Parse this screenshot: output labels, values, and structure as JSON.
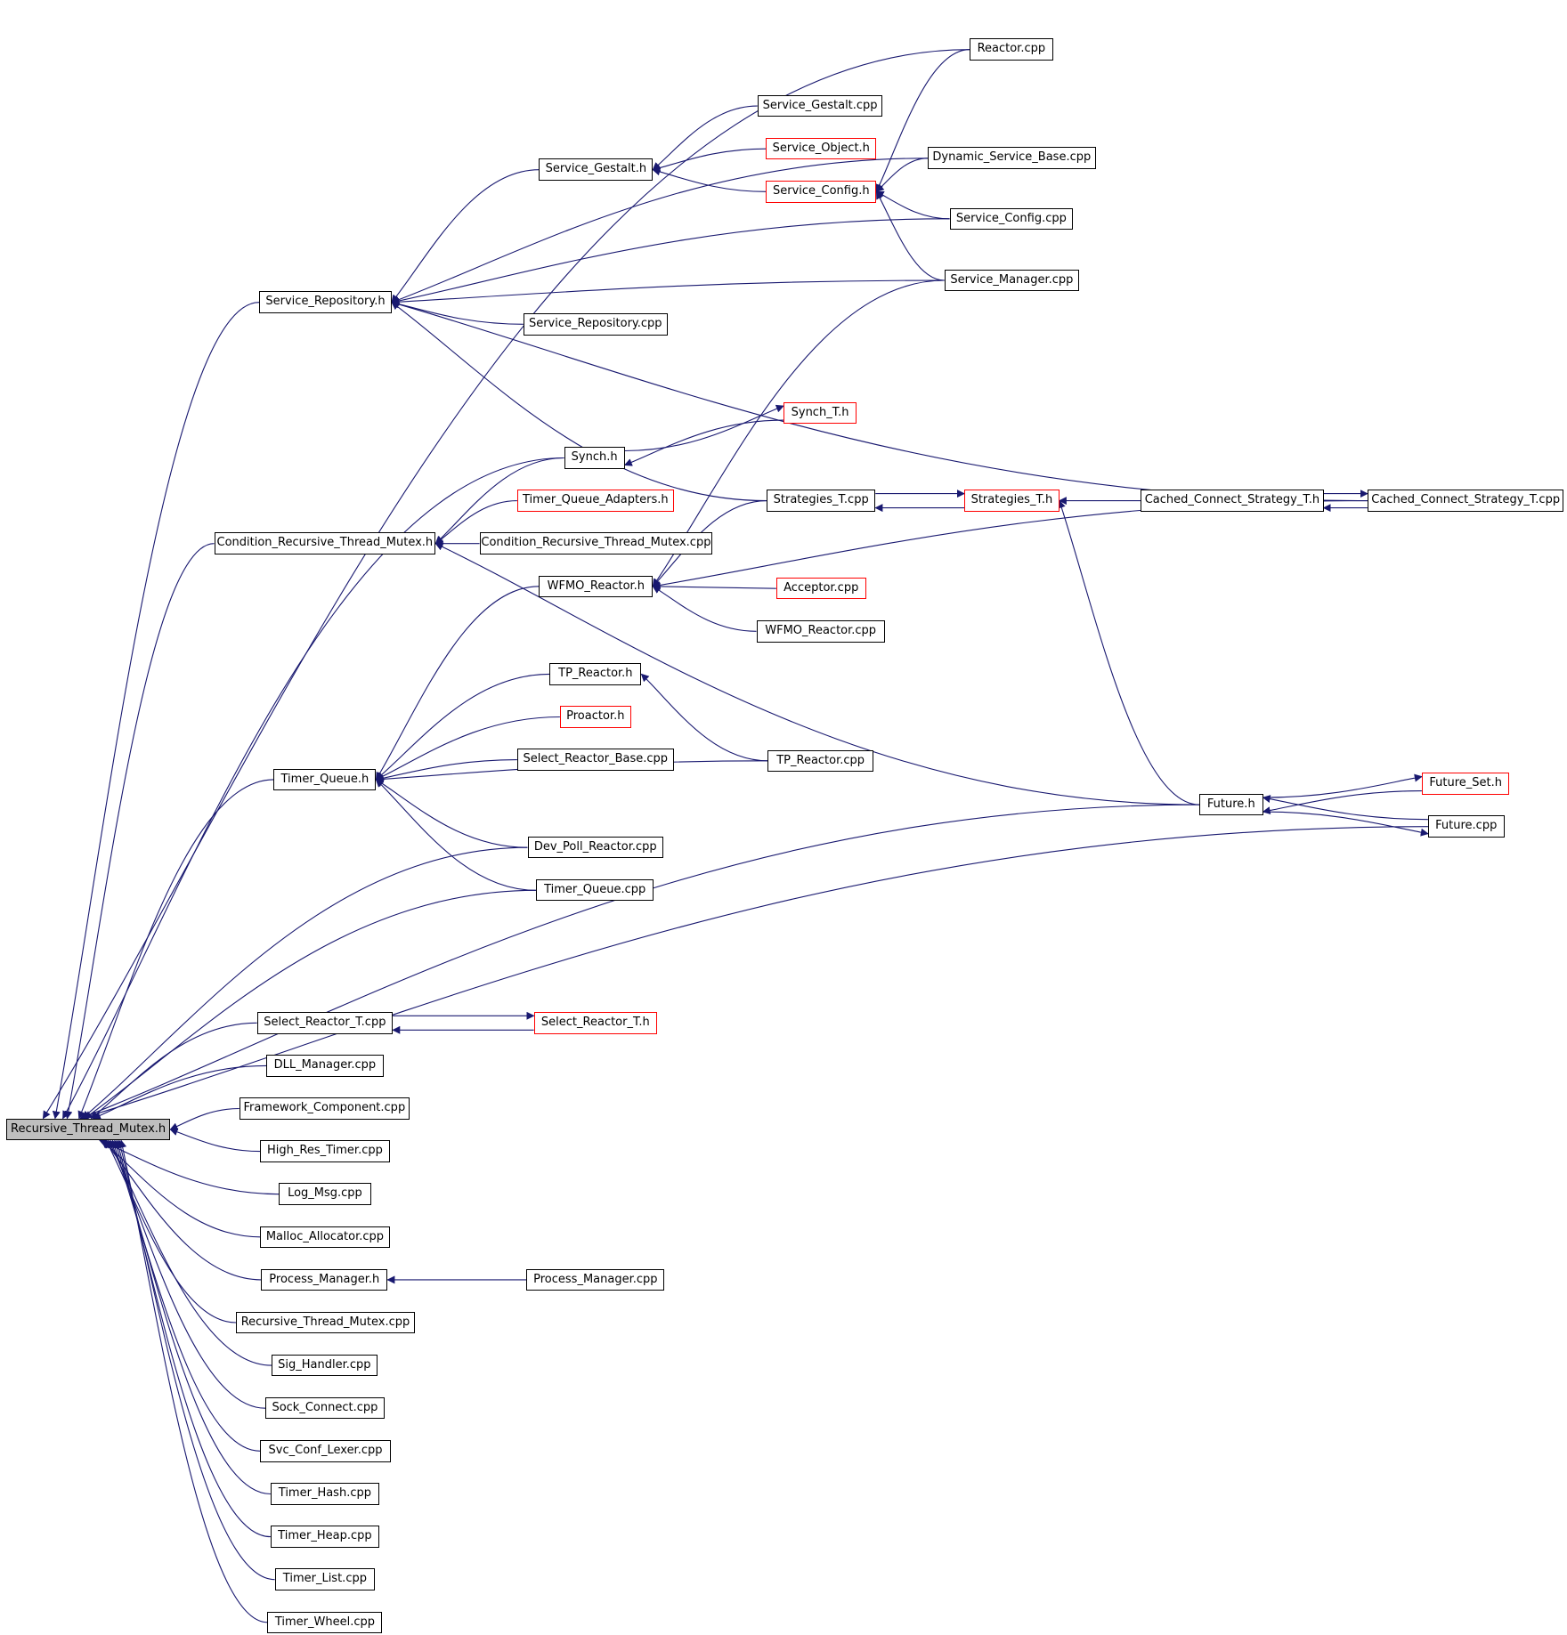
{
  "colors": {
    "edge": "#191970",
    "node_border": "#000000",
    "incomplete_border": "#ff0000",
    "root_fill": "#bfbfbf",
    "background": "#ffffff"
  },
  "graph": {
    "nodes": [
      {
        "id": "Reactor.cpp",
        "label": "Reactor.cpp",
        "incomplete": false
      },
      {
        "id": "Service_Gestalt.cpp",
        "label": "Service_Gestalt.cpp",
        "incomplete": false
      },
      {
        "id": "Service_Object.h",
        "label": "Service_Object.h",
        "incomplete": true
      },
      {
        "id": "Service_Gestalt.h",
        "label": "Service_Gestalt.h",
        "incomplete": false
      },
      {
        "id": "Dynamic_Service_Base.cpp",
        "label": "Dynamic_Service_Base.cpp",
        "incomplete": false
      },
      {
        "id": "Service_Config.h",
        "label": "Service_Config.h",
        "incomplete": true
      },
      {
        "id": "Service_Config.cpp",
        "label": "Service_Config.cpp",
        "incomplete": false
      },
      {
        "id": "Service_Manager.cpp",
        "label": "Service_Manager.cpp",
        "incomplete": false
      },
      {
        "id": "Service_Repository.h",
        "label": "Service_Repository.h",
        "incomplete": false
      },
      {
        "id": "Service_Repository.cpp",
        "label": "Service_Repository.cpp",
        "incomplete": false
      },
      {
        "id": "Synch_T.h",
        "label": "Synch_T.h",
        "incomplete": true
      },
      {
        "id": "Synch.h",
        "label": "Synch.h",
        "incomplete": false
      },
      {
        "id": "Timer_Queue_Adapters.h",
        "label": "Timer_Queue_Adapters.h",
        "incomplete": true
      },
      {
        "id": "Strategies_T.cpp",
        "label": "Strategies_T.cpp",
        "incomplete": false
      },
      {
        "id": "Strategies_T.h",
        "label": "Strategies_T.h",
        "incomplete": true
      },
      {
        "id": "Cached_Connect_Strategy_T.h",
        "label": "Cached_Connect_Strategy_T.h",
        "incomplete": false
      },
      {
        "id": "Cached_Connect_Strategy_T.cpp",
        "label": "Cached_Connect_Strategy_T.cpp",
        "incomplete": false
      },
      {
        "id": "Condition_Recursive_Thread_Mutex.h",
        "label": "Condition_Recursive_Thread_Mutex.h",
        "incomplete": false
      },
      {
        "id": "Condition_Recursive_Thread_Mutex.cpp",
        "label": "Condition_Recursive_Thread_Mutex.cpp",
        "incomplete": false
      },
      {
        "id": "WFMO_Reactor.h",
        "label": "WFMO_Reactor.h",
        "incomplete": false
      },
      {
        "id": "Acceptor.cpp",
        "label": "Acceptor.cpp",
        "incomplete": true
      },
      {
        "id": "WFMO_Reactor.cpp",
        "label": "WFMO_Reactor.cpp",
        "incomplete": false
      },
      {
        "id": "TP_Reactor.h",
        "label": "TP_Reactor.h",
        "incomplete": false
      },
      {
        "id": "Proactor.h",
        "label": "Proactor.h",
        "incomplete": true
      },
      {
        "id": "Select_Reactor_Base.cpp",
        "label": "Select_Reactor_Base.cpp",
        "incomplete": false
      },
      {
        "id": "TP_Reactor.cpp",
        "label": "TP_Reactor.cpp",
        "incomplete": false
      },
      {
        "id": "Timer_Queue.h",
        "label": "Timer_Queue.h",
        "incomplete": false
      },
      {
        "id": "Future_Set.h",
        "label": "Future_Set.h",
        "incomplete": true
      },
      {
        "id": "Future.h",
        "label": "Future.h",
        "incomplete": false
      },
      {
        "id": "Future.cpp",
        "label": "Future.cpp",
        "incomplete": false
      },
      {
        "id": "Dev_Poll_Reactor.cpp",
        "label": "Dev_Poll_Reactor.cpp",
        "incomplete": false
      },
      {
        "id": "Timer_Queue.cpp",
        "label": "Timer_Queue.cpp",
        "incomplete": false
      },
      {
        "id": "Select_Reactor_T.cpp",
        "label": "Select_Reactor_T.cpp",
        "incomplete": false
      },
      {
        "id": "Select_Reactor_T.h",
        "label": "Select_Reactor_T.h",
        "incomplete": true
      },
      {
        "id": "DLL_Manager.cpp",
        "label": "DLL_Manager.cpp",
        "incomplete": false
      },
      {
        "id": "Framework_Component.cpp",
        "label": "Framework_Component.cpp",
        "incomplete": false
      },
      {
        "id": "Recursive_Thread_Mutex.h",
        "label": "Recursive_Thread_Mutex.h",
        "incomplete": false,
        "root": true
      },
      {
        "id": "High_Res_Timer.cpp",
        "label": "High_Res_Timer.cpp",
        "incomplete": false
      },
      {
        "id": "Log_Msg.cpp",
        "label": "Log_Msg.cpp",
        "incomplete": false
      },
      {
        "id": "Malloc_Allocator.cpp",
        "label": "Malloc_Allocator.cpp",
        "incomplete": false
      },
      {
        "id": "Process_Manager.h",
        "label": "Process_Manager.h",
        "incomplete": false
      },
      {
        "id": "Process_Manager.cpp",
        "label": "Process_Manager.cpp",
        "incomplete": false
      },
      {
        "id": "Recursive_Thread_Mutex.cpp",
        "label": "Recursive_Thread_Mutex.cpp",
        "incomplete": false
      },
      {
        "id": "Sig_Handler.cpp",
        "label": "Sig_Handler.cpp",
        "incomplete": false
      },
      {
        "id": "Sock_Connect.cpp",
        "label": "Sock_Connect.cpp",
        "incomplete": false
      },
      {
        "id": "Svc_Conf_Lexer.cpp",
        "label": "Svc_Conf_Lexer.cpp",
        "incomplete": false
      },
      {
        "id": "Timer_Hash.cpp",
        "label": "Timer_Hash.cpp",
        "incomplete": false
      },
      {
        "id": "Timer_Heap.cpp",
        "label": "Timer_Heap.cpp",
        "incomplete": false
      },
      {
        "id": "Timer_List.cpp",
        "label": "Timer_List.cpp",
        "incomplete": false
      },
      {
        "id": "Timer_Wheel.cpp",
        "label": "Timer_Wheel.cpp",
        "incomplete": false
      }
    ],
    "edges": [
      {
        "from": "Reactor.cpp",
        "to": "Recursive_Thread_Mutex.h"
      },
      {
        "from": "Reactor.cpp",
        "to": "Service_Config.h"
      },
      {
        "from": "Service_Gestalt.cpp",
        "to": "Service_Gestalt.h"
      },
      {
        "from": "Service_Object.h",
        "to": "Service_Gestalt.h"
      },
      {
        "from": "Service_Config.h",
        "to": "Service_Gestalt.h"
      },
      {
        "from": "Service_Gestalt.h",
        "to": "Service_Repository.h"
      },
      {
        "from": "Dynamic_Service_Base.cpp",
        "to": "Service_Config.h"
      },
      {
        "from": "Dynamic_Service_Base.cpp",
        "to": "Service_Repository.h"
      },
      {
        "from": "Service_Config.cpp",
        "to": "Service_Config.h"
      },
      {
        "from": "Service_Config.cpp",
        "to": "Service_Repository.h"
      },
      {
        "from": "Service_Manager.cpp",
        "to": "Service_Config.h"
      },
      {
        "from": "Service_Manager.cpp",
        "to": "Service_Repository.h"
      },
      {
        "from": "Service_Manager.cpp",
        "to": "WFMO_Reactor.h"
      },
      {
        "from": "Service_Repository.cpp",
        "to": "Service_Repository.h"
      },
      {
        "from": "Strategies_T.cpp",
        "to": "Service_Repository.h"
      },
      {
        "from": "Cached_Connect_Strategy_T.cpp",
        "to": "Service_Repository.h"
      },
      {
        "from": "Service_Repository.h",
        "to": "Recursive_Thread_Mutex.h"
      },
      {
        "from": "Synch.h",
        "to": "Synch_T.h"
      },
      {
        "from": "Synch_T.h",
        "to": "Synch.h"
      },
      {
        "from": "Synch.h",
        "to": "Recursive_Thread_Mutex.h"
      },
      {
        "from": "Synch.h",
        "to": "Condition_Recursive_Thread_Mutex.h"
      },
      {
        "from": "Timer_Queue_Adapters.h",
        "to": "Condition_Recursive_Thread_Mutex.h"
      },
      {
        "from": "Condition_Recursive_Thread_Mutex.cpp",
        "to": "Condition_Recursive_Thread_Mutex.h"
      },
      {
        "from": "Future.h",
        "to": "Condition_Recursive_Thread_Mutex.h"
      },
      {
        "from": "Condition_Recursive_Thread_Mutex.h",
        "to": "Recursive_Thread_Mutex.h"
      },
      {
        "from": "Strategies_T.cpp",
        "to": "Strategies_T.h"
      },
      {
        "from": "Strategies_T.h",
        "to": "Strategies_T.cpp"
      },
      {
        "from": "Cached_Connect_Strategy_T.h",
        "to": "Strategies_T.h"
      },
      {
        "from": "Cached_Connect_Strategy_T.h",
        "to": "Cached_Connect_Strategy_T.cpp"
      },
      {
        "from": "Cached_Connect_Strategy_T.cpp",
        "to": "Cached_Connect_Strategy_T.h"
      },
      {
        "from": "Future.h",
        "to": "Strategies_T.h"
      },
      {
        "from": "Strategies_T.cpp",
        "to": "WFMO_Reactor.h"
      },
      {
        "from": "Cached_Connect_Strategy_T.cpp",
        "to": "WFMO_Reactor.h"
      },
      {
        "from": "Acceptor.cpp",
        "to": "WFMO_Reactor.h"
      },
      {
        "from": "WFMO_Reactor.cpp",
        "to": "WFMO_Reactor.h"
      },
      {
        "from": "WFMO_Reactor.h",
        "to": "Timer_Queue.h"
      },
      {
        "from": "TP_Reactor.h",
        "to": "Timer_Queue.h"
      },
      {
        "from": "TP_Reactor.cpp",
        "to": "TP_Reactor.h"
      },
      {
        "from": "Proactor.h",
        "to": "Timer_Queue.h"
      },
      {
        "from": "Select_Reactor_Base.cpp",
        "to": "Timer_Queue.h"
      },
      {
        "from": "TP_Reactor.cpp",
        "to": "Timer_Queue.h"
      },
      {
        "from": "Dev_Poll_Reactor.cpp",
        "to": "Timer_Queue.h"
      },
      {
        "from": "Timer_Queue.cpp",
        "to": "Timer_Queue.h"
      },
      {
        "from": "Timer_Queue.h",
        "to": "Recursive_Thread_Mutex.h"
      },
      {
        "from": "Future.h",
        "to": "Future_Set.h"
      },
      {
        "from": "Future_Set.h",
        "to": "Future.h"
      },
      {
        "from": "Future.cpp",
        "to": "Future.h"
      },
      {
        "from": "Future.h",
        "to": "Future.cpp"
      },
      {
        "from": "Future.h",
        "to": "Recursive_Thread_Mutex.h"
      },
      {
        "from": "Future.cpp",
        "to": "Recursive_Thread_Mutex.h"
      },
      {
        "from": "Dev_Poll_Reactor.cpp",
        "to": "Recursive_Thread_Mutex.h"
      },
      {
        "from": "Timer_Queue.cpp",
        "to": "Recursive_Thread_Mutex.h"
      },
      {
        "from": "Select_Reactor_T.cpp",
        "to": "Select_Reactor_T.h"
      },
      {
        "from": "Select_Reactor_T.h",
        "to": "Select_Reactor_T.cpp"
      },
      {
        "from": "Select_Reactor_T.cpp",
        "to": "Recursive_Thread_Mutex.h"
      },
      {
        "from": "DLL_Manager.cpp",
        "to": "Recursive_Thread_Mutex.h"
      },
      {
        "from": "Framework_Component.cpp",
        "to": "Recursive_Thread_Mutex.h"
      },
      {
        "from": "High_Res_Timer.cpp",
        "to": "Recursive_Thread_Mutex.h"
      },
      {
        "from": "Log_Msg.cpp",
        "to": "Recursive_Thread_Mutex.h"
      },
      {
        "from": "Malloc_Allocator.cpp",
        "to": "Recursive_Thread_Mutex.h"
      },
      {
        "from": "Process_Manager.cpp",
        "to": "Process_Manager.h"
      },
      {
        "from": "Process_Manager.h",
        "to": "Recursive_Thread_Mutex.h"
      },
      {
        "from": "Recursive_Thread_Mutex.cpp",
        "to": "Recursive_Thread_Mutex.h"
      },
      {
        "from": "Sig_Handler.cpp",
        "to": "Recursive_Thread_Mutex.h"
      },
      {
        "from": "Sock_Connect.cpp",
        "to": "Recursive_Thread_Mutex.h"
      },
      {
        "from": "Svc_Conf_Lexer.cpp",
        "to": "Recursive_Thread_Mutex.h"
      },
      {
        "from": "Timer_Hash.cpp",
        "to": "Recursive_Thread_Mutex.h"
      },
      {
        "from": "Timer_Heap.cpp",
        "to": "Recursive_Thread_Mutex.h"
      },
      {
        "from": "Timer_List.cpp",
        "to": "Recursive_Thread_Mutex.h"
      },
      {
        "from": "Timer_Wheel.cpp",
        "to": "Recursive_Thread_Mutex.h"
      }
    ]
  }
}
